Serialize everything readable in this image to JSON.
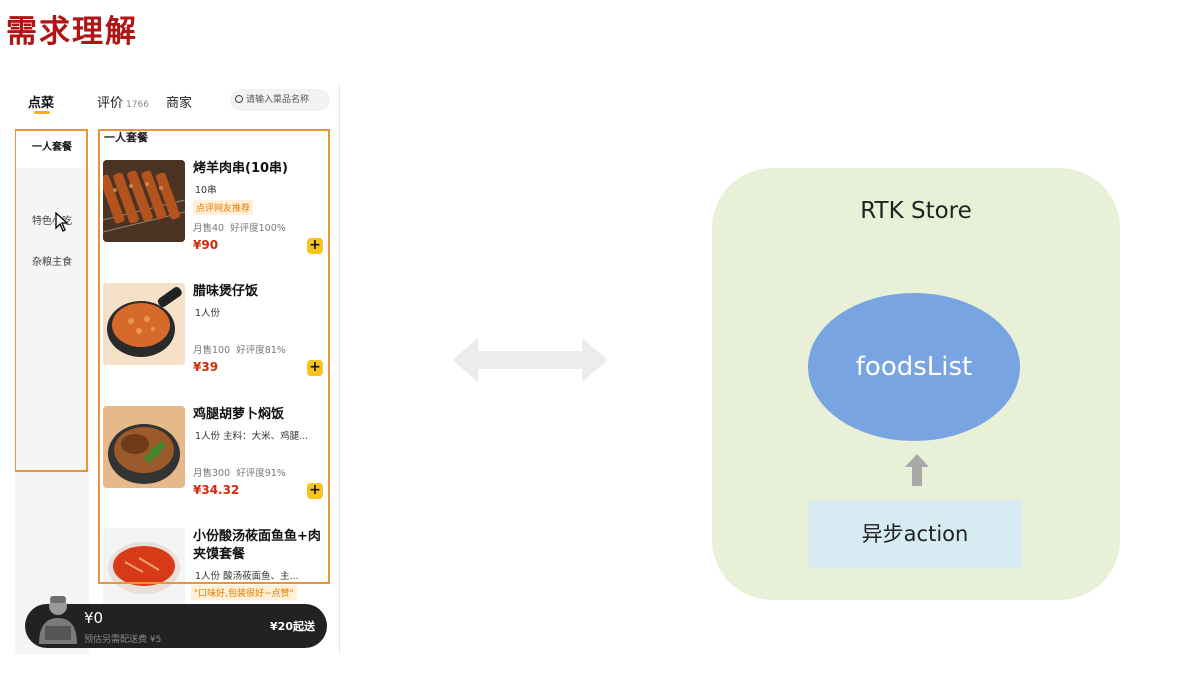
{
  "slide_title": "需求理解",
  "app": {
    "tabs": [
      {
        "label": "点菜"
      },
      {
        "label": "评价",
        "count": "1766"
      },
      {
        "label": "商家"
      }
    ],
    "search_placeholder": "请输入菜品名称",
    "categories": [
      "一人套餐",
      "特色小吃",
      "杂粮主食"
    ],
    "section_title": "一人套餐",
    "foods": [
      {
        "name": "烤羊肉串(10串)",
        "desc": "10串",
        "tag": "点评网友推荐",
        "sales": "月售40",
        "rating": "好评度100%",
        "price": "¥90"
      },
      {
        "name": "腊味煲仔饭",
        "desc": "1人份",
        "tag": "",
        "sales": "月售100",
        "rating": "好评度81%",
        "price": "¥39"
      },
      {
        "name": "鸡腿胡萝卜焖饭",
        "desc": "1人份  主料：大米、鸡腿...",
        "tag": "",
        "sales": "月售300",
        "rating": "好评度91%",
        "price": "¥34.32"
      },
      {
        "name": "小份酸汤莜面鱼鱼+肉夹馍套餐",
        "desc": "1人份  酸汤莜面鱼、主...",
        "tag": "",
        "sales": "",
        "rating": "",
        "price": ""
      }
    ],
    "add_symbol": "+",
    "cart": {
      "total": "¥0",
      "delivery_note": "预估另需配送费 ¥5",
      "min_order": "¥20起送",
      "slogan": "\"口味好,包装很好~点赞\""
    }
  },
  "store": {
    "title": "RTK Store",
    "state_label": "foodsList",
    "action_label": "异步action"
  },
  "colors": {
    "title_red": "#b01414",
    "highlight_orange": "#e8943a",
    "store_bg": "#e8f0d8",
    "state_blue": "#78a5e2",
    "action_bg": "#d6ebf2",
    "add_yellow": "#f7c31d",
    "price_red": "#d02a0a"
  }
}
